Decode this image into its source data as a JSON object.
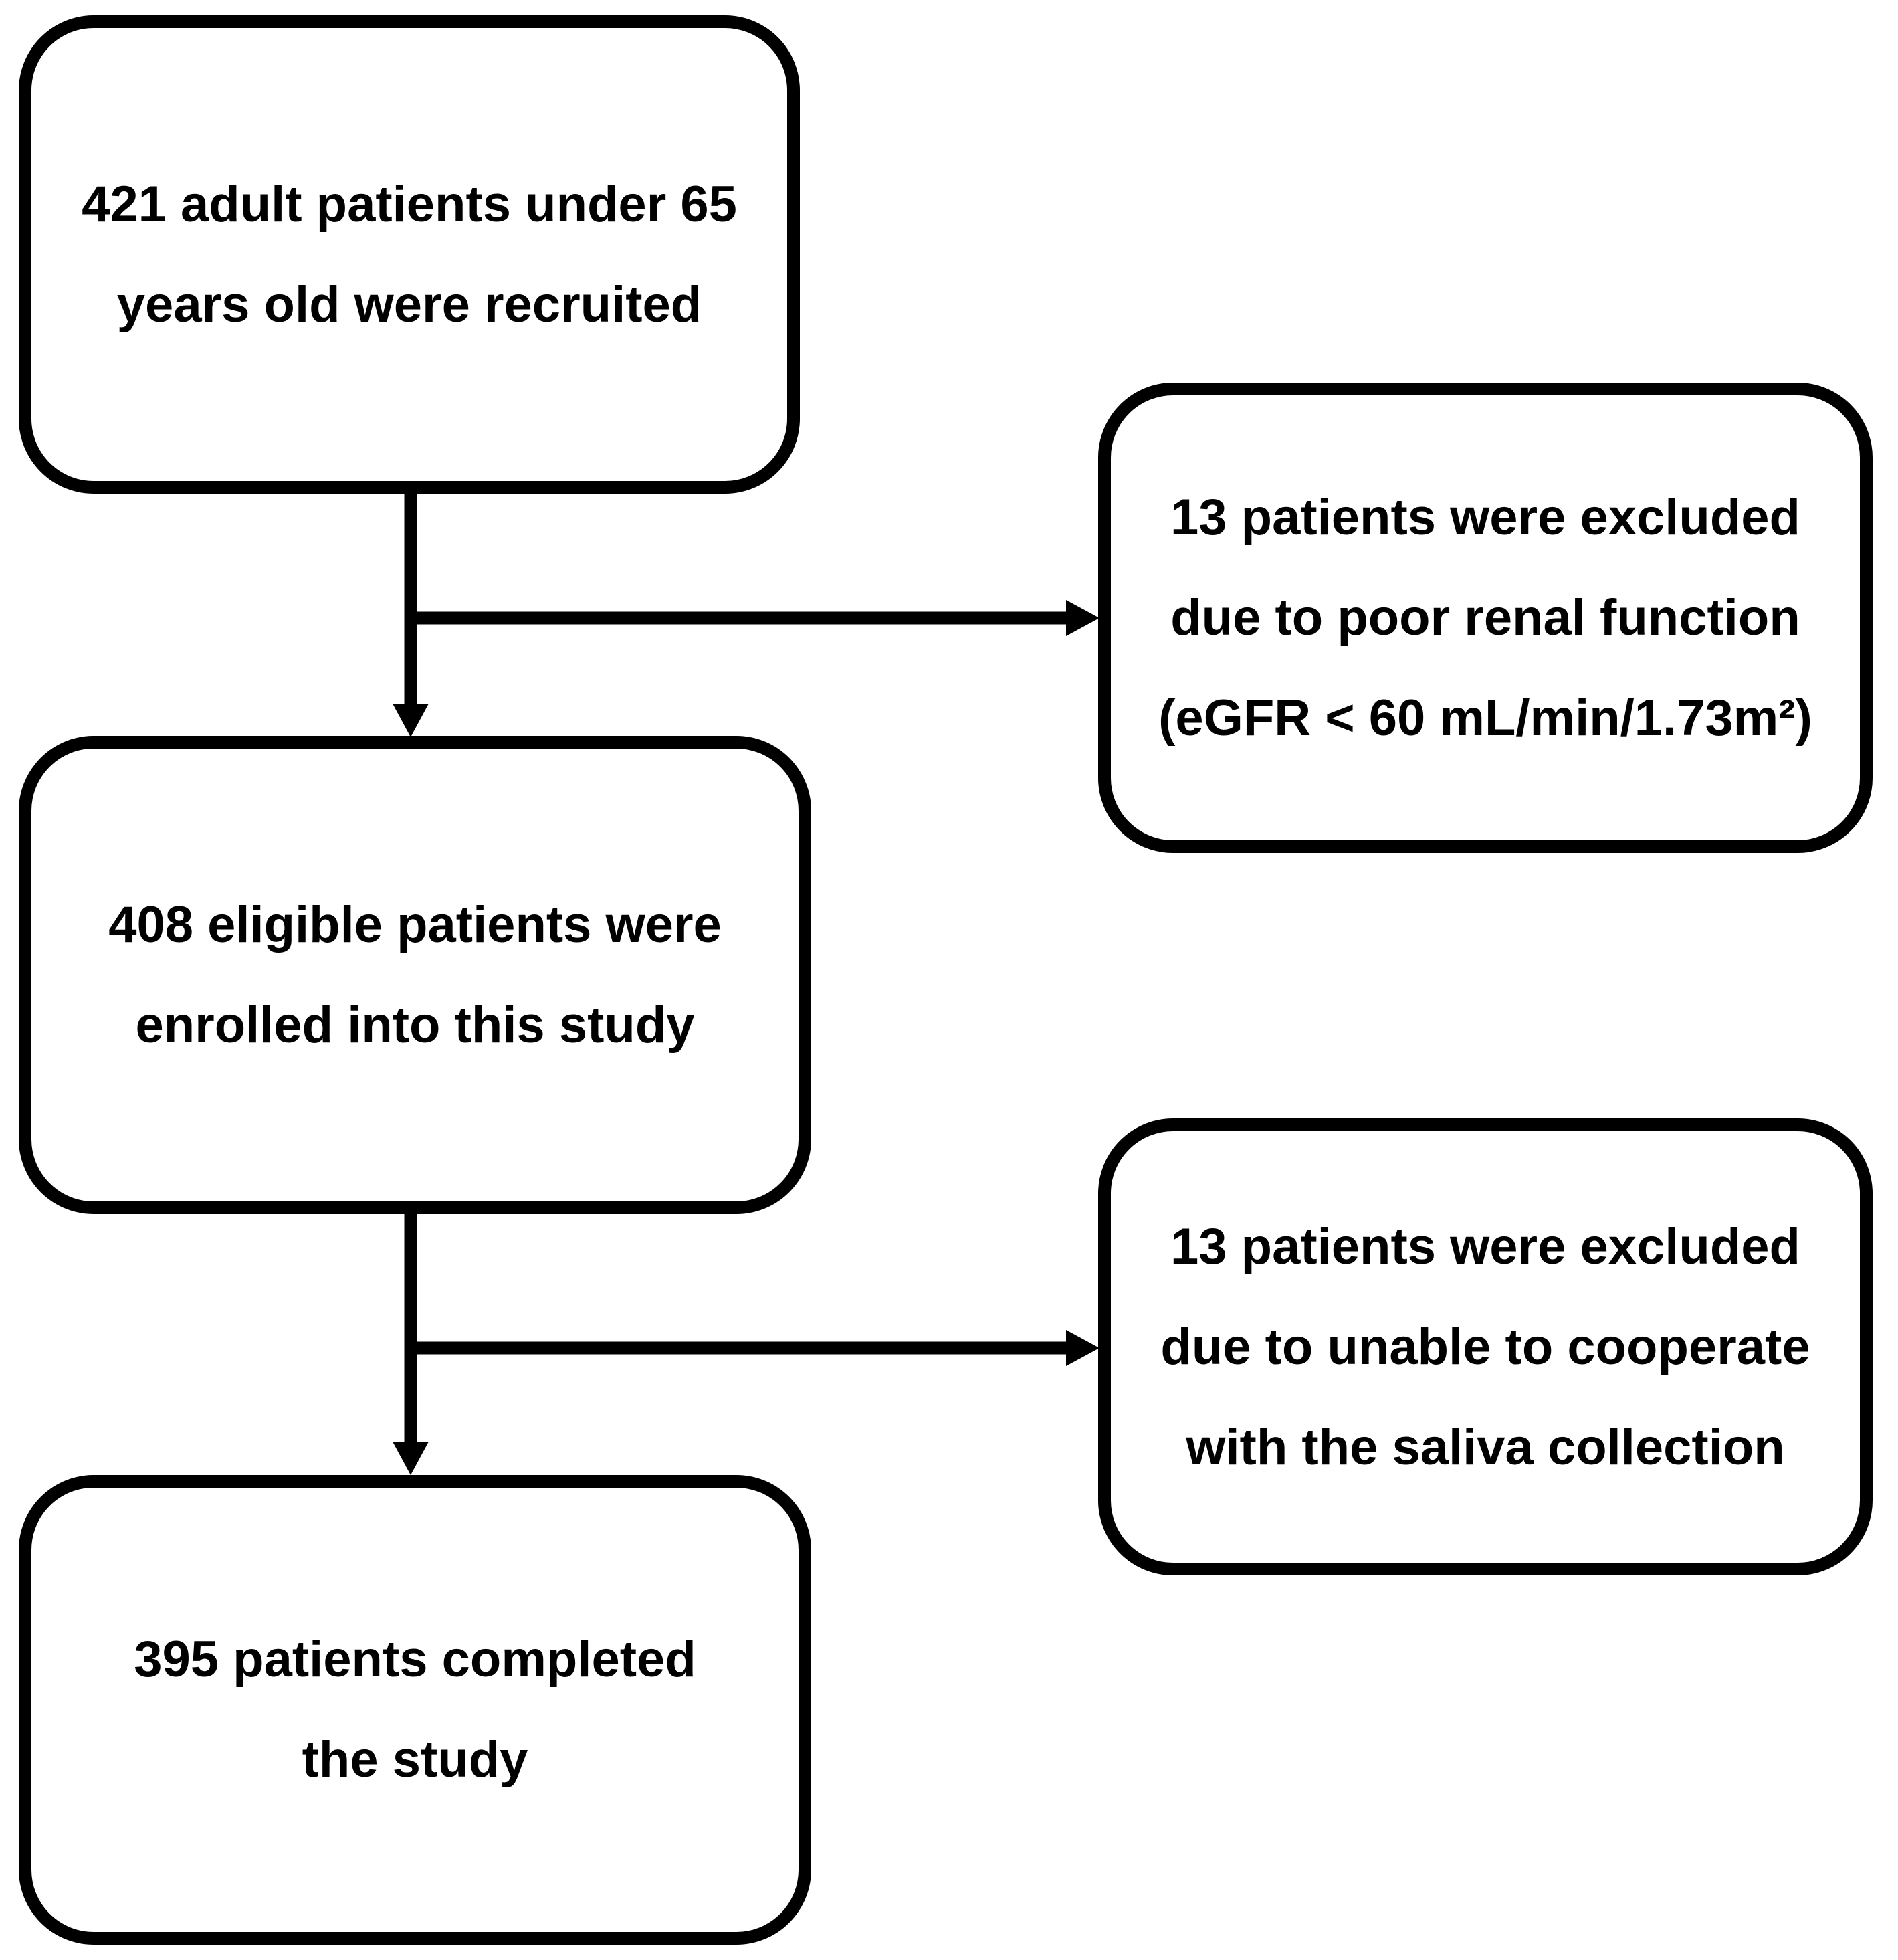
{
  "flowchart": {
    "colors": {
      "stroke": "#000000",
      "text": "#000000",
      "background": "#ffffff"
    },
    "boxes": [
      {
        "id": "recruited",
        "lines": [
          "421 adult patients under 65",
          "years old were recruited"
        ]
      },
      {
        "id": "excluded-renal",
        "lines": [
          "13 patients were excluded",
          "due to poor renal function",
          "(eGFR < 60 mL/min/1.73m²)"
        ]
      },
      {
        "id": "enrolled",
        "lines": [
          "408 eligible patients were",
          "enrolled into this study"
        ]
      },
      {
        "id": "excluded-saliva",
        "lines": [
          "13 patients were excluded",
          "due to unable to cooperate",
          "with the saliva collection"
        ]
      },
      {
        "id": "completed",
        "lines": [
          "395 patients completed",
          "the study"
        ]
      }
    ]
  }
}
